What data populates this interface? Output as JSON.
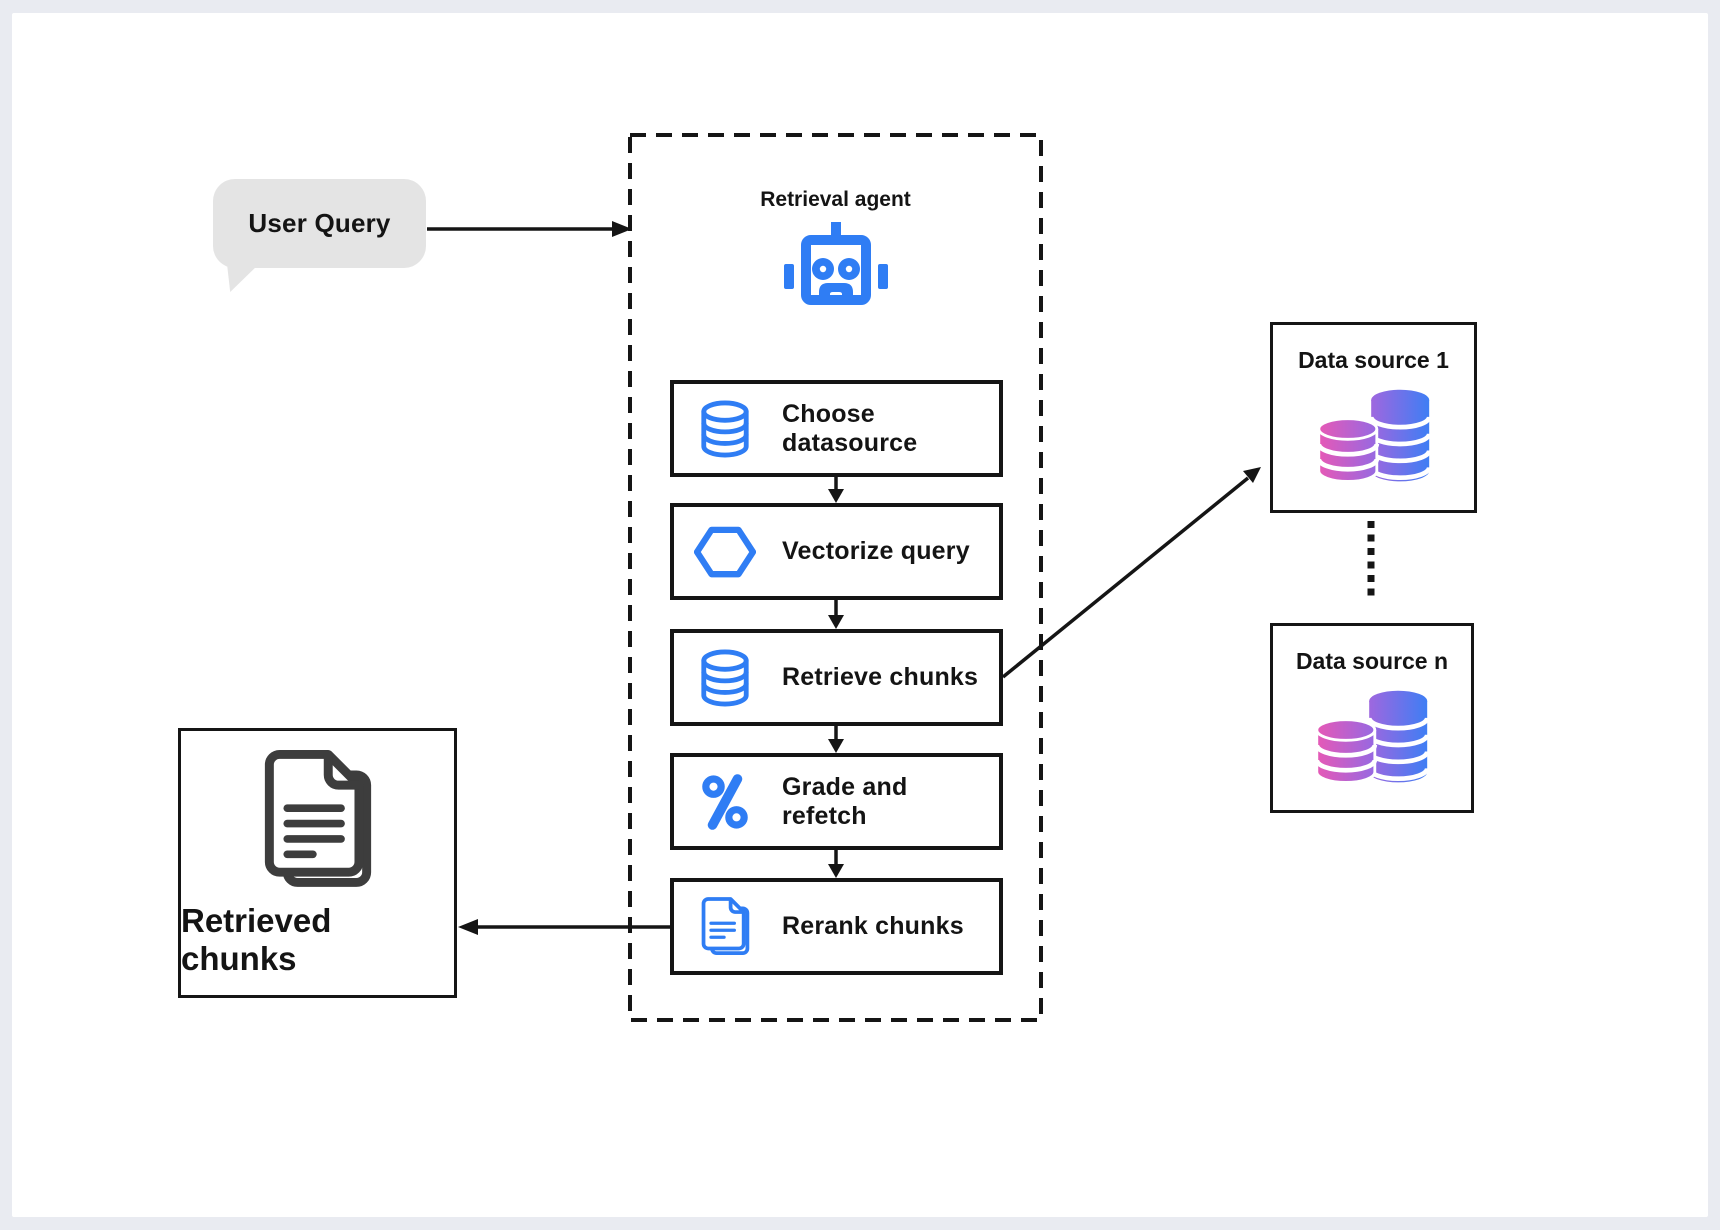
{
  "user_query": {
    "label": "User Query"
  },
  "agent": {
    "title": "Retrieval agent",
    "icon": "robot-icon",
    "steps": [
      {
        "label": "Choose datasource",
        "icon": "database-icon"
      },
      {
        "label": "Vectorize query",
        "icon": "hexagon-icon"
      },
      {
        "label": "Retrieve chunks",
        "icon": "database-icon"
      },
      {
        "label": "Grade and refetch",
        "icon": "percent-icon"
      },
      {
        "label": "Rerank chunks",
        "icon": "documents-icon"
      }
    ]
  },
  "data_sources": [
    {
      "label": "Data source 1",
      "icon": "gradient-database-icon"
    },
    {
      "label": "Data source n",
      "icon": "gradient-database-icon"
    }
  ],
  "retrieved": {
    "label": "Retrieved chunks",
    "icon": "documents-icon"
  },
  "colors": {
    "accent_blue": "#2f7df4",
    "line_black": "#151515",
    "bubble_gray": "#e4e4e4",
    "doc_gray": "#3d3d3d",
    "gradient_pink": "#ea58b4",
    "gradient_purple": "#9a68e0",
    "gradient_blue": "#3a7ff5",
    "page_bg": "#e9ebf1",
    "card_bg": "#ffffff"
  }
}
